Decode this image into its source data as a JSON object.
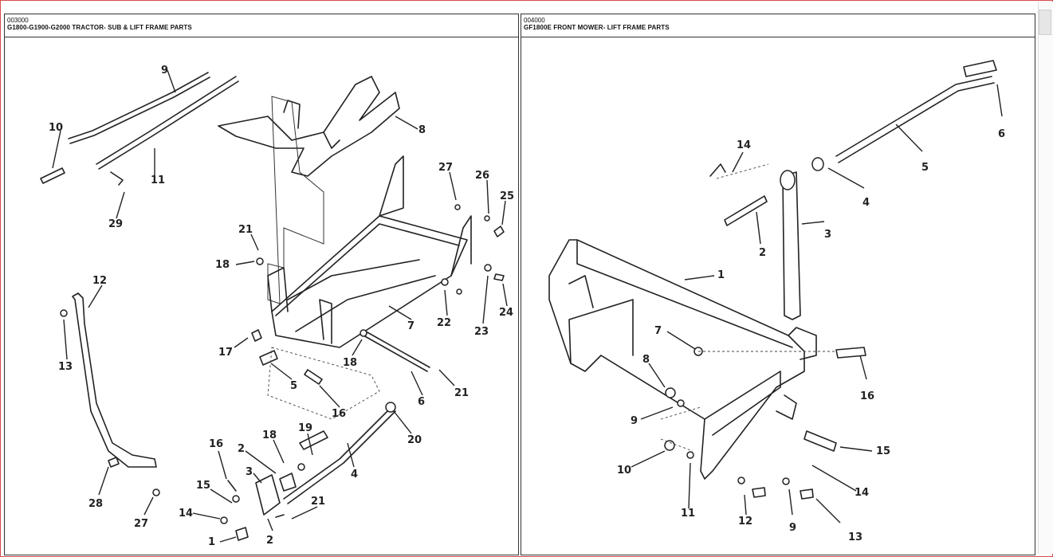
{
  "left_panel": {
    "code": "003000",
    "title": "G1800-G1900-G2000 TRACTOR- SUB & LIFT FRAME PARTS",
    "labels": [
      "9",
      "10",
      "11",
      "29",
      "8",
      "27",
      "26",
      "25",
      "21",
      "18",
      "22",
      "23",
      "24",
      "7",
      "12",
      "13",
      "17",
      "18",
      "5",
      "16",
      "6",
      "21",
      "20",
      "16",
      "18",
      "19",
      "2",
      "3",
      "4",
      "15",
      "14",
      "1",
      "2",
      "21",
      "28",
      "27"
    ]
  },
  "right_panel": {
    "code": "004000",
    "title": "GF1800E FRONT MOWER- LIFT FRAME PARTS",
    "labels": [
      "14",
      "6",
      "5",
      "4",
      "3",
      "2",
      "1",
      "7",
      "16",
      "8",
      "9",
      "15",
      "10",
      "14",
      "11",
      "12",
      "9",
      "13"
    ]
  }
}
